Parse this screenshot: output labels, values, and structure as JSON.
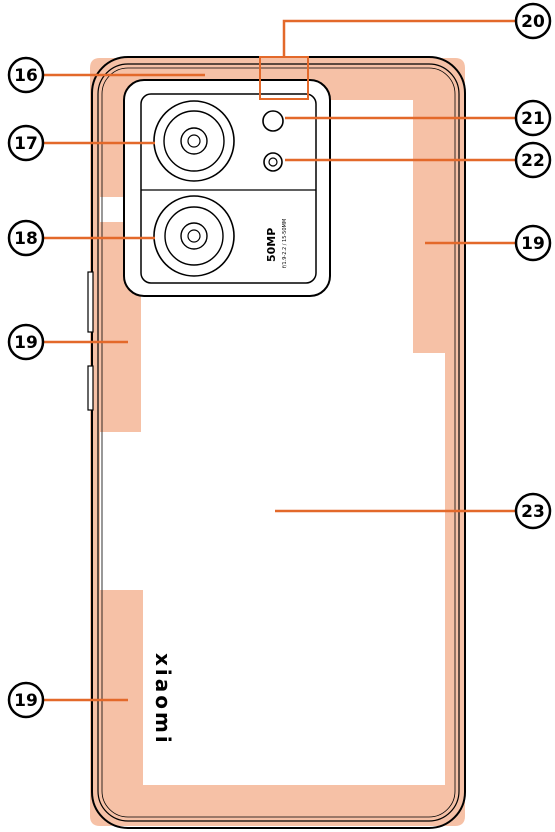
{
  "colors": {
    "antenna_fill": "#f6c1a6",
    "leader_line": "#e3692a",
    "outline": "#000000"
  },
  "phone": {
    "brand_text": "xiaomi",
    "camera_text": "50MP",
    "camera_subtext": "f/1.9-2.2 / 15-50MM"
  },
  "callouts": [
    {
      "num": "16"
    },
    {
      "num": "17"
    },
    {
      "num": "18"
    },
    {
      "num": "19"
    },
    {
      "num": "19"
    },
    {
      "num": "19"
    },
    {
      "num": "20"
    },
    {
      "num": "21"
    },
    {
      "num": "22"
    },
    {
      "num": "23"
    }
  ]
}
